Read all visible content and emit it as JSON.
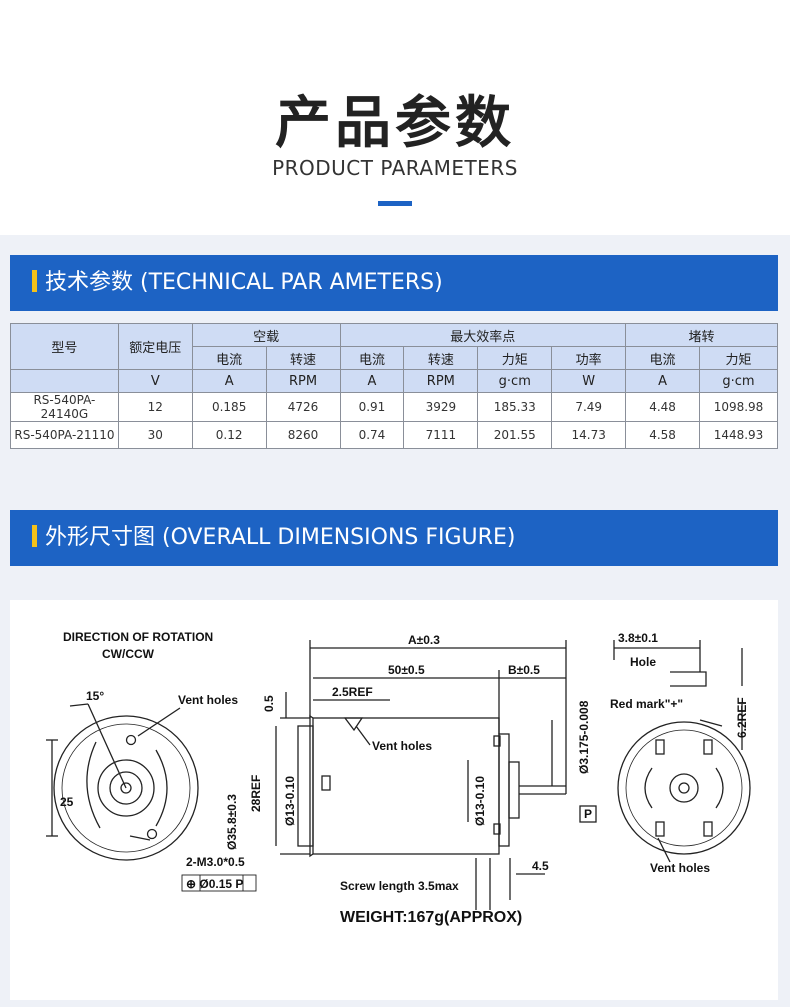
{
  "header": {
    "title_cn": "产品参数",
    "title_en": "PRODUCT PARAMETERS"
  },
  "section1": {
    "title": "技术参数 (TECHNICAL PAR AMETERS)"
  },
  "section2": {
    "title": "外形尺寸图 (OVERALL DIMENSIONS FIGURE)"
  },
  "table": {
    "col_model": "型号",
    "col_voltage": "额定电压",
    "group_noload": "空载",
    "group_maxeff": "最大效率点",
    "group_stall": "堵转",
    "sub": [
      "电流",
      "转速",
      "电流",
      "转速",
      "力矩",
      "功率",
      "电流",
      "力矩"
    ],
    "units": [
      "V",
      "A",
      "RPM",
      "A",
      "RPM",
      "g·cm",
      "W",
      "A",
      "g·cm"
    ],
    "rows": [
      [
        "RS-540PA-24140G",
        "12",
        "0.185",
        "4726",
        "0.91",
        "3929",
        "185.33",
        "7.49",
        "4.48",
        "1098.98"
      ],
      [
        "RS-540PA-21110",
        "30",
        "0.12",
        "8260",
        "0.74",
        "7111",
        "201.55",
        "14.73",
        "4.58",
        "1448.93"
      ]
    ]
  },
  "drawing": {
    "rotation_line1": "DIRECTION OF ROTATION",
    "rotation_line2": "CW/CCW",
    "angle": "15°",
    "vent_holes": "Vent holes",
    "dim_25": "25",
    "mount_holes": "2-M3.0*0.5",
    "tolerance": "⊕ Ø0.15 P",
    "dim_a": "A±0.3",
    "dim_50": "50±0.5",
    "dim_b": "B±0.5",
    "dim_25ref": "2.5REF",
    "dim_05": "0.5",
    "dim_358": "Ø35.8±0.3",
    "dim_28ref": "28REF",
    "dim_13_left": "Ø13-0.10",
    "dim_13_right": "Ø13-0.10",
    "dim_shaft": "Ø3.175-0.008",
    "datum_p": "P",
    "screw_length": "Screw length 3.5max",
    "dim_45": "4.5",
    "weight": "WEIGHT:167g(APPROX)",
    "dim_38": "3.8±0.1",
    "hole": "Hole",
    "red_mark": "Red mark\"+\"",
    "dim_62ref": "6.2REF"
  }
}
